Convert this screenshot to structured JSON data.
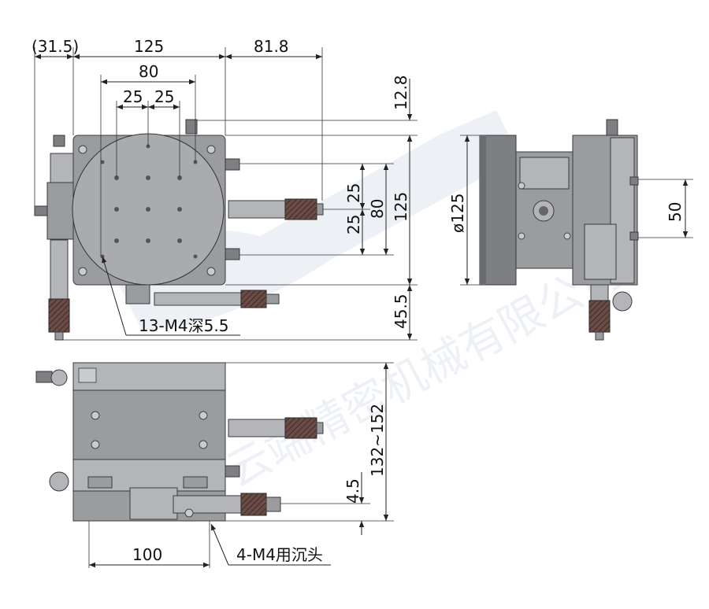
{
  "watermark": {
    "cn_text": "云端精密机械有限公司"
  },
  "top_view_dims": {
    "offset_left": "(31.5)",
    "width": "125",
    "micrometer_extent": "81.8",
    "hole_span_80": "80",
    "pitch_a": "25",
    "pitch_b": "25",
    "top_offset": "12.8",
    "vert_pitch_a": "25",
    "vert_pitch_b": "25",
    "vert_80": "80",
    "vert_125": "125",
    "bottom_ext": "45.5",
    "holes_note": "13-M4深5.5"
  },
  "side_view_dims": {
    "diameter_symbol": "ø",
    "diameter": "125",
    "pitch": "50"
  },
  "front_view_dims": {
    "height_range": "132~152",
    "base_offset": "4.5",
    "base_width": "100",
    "mount_note": "4-M4用沉头"
  }
}
